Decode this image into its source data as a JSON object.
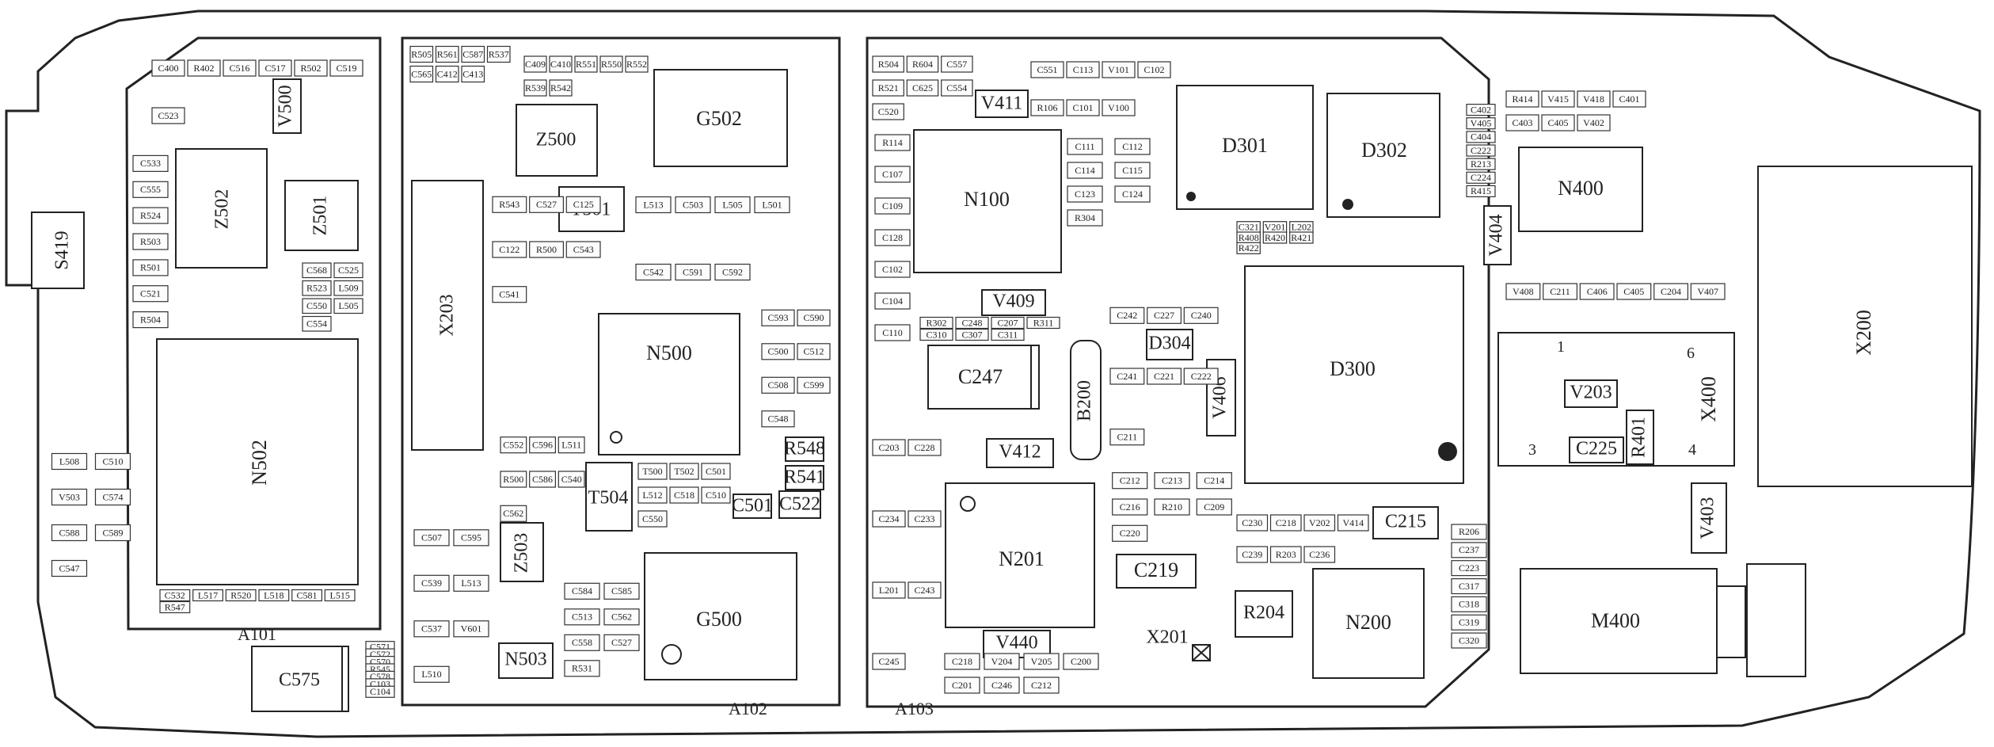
{
  "areas": [
    {
      "id": "a101",
      "label": "A101"
    },
    {
      "id": "a102",
      "label": "A102"
    },
    {
      "id": "a103",
      "label": "A103"
    }
  ],
  "big": {
    "s419": "S419",
    "z502": "Z502",
    "z501": "Z501",
    "n502": "N502",
    "v500": "V500",
    "c575": "C575",
    "x203": "X203",
    "z500": "Z500",
    "g502": "G502",
    "t501": "T501",
    "n500": "N500",
    "t504": "T504",
    "g500": "G500",
    "n503": "N503",
    "z503": "Z503",
    "n100": "N100",
    "v411": "V411",
    "v409": "V409",
    "c247": "C247",
    "b200": "B200",
    "v412": "V412",
    "n201": "N201",
    "v440": "V440",
    "c219": "C219",
    "x201": "X201",
    "d301": "D301",
    "d302": "D302",
    "d300": "D300",
    "v406": "V406",
    "d304": "D304",
    "r204": "R204",
    "n200": "N200",
    "c215": "C215",
    "n400": "N400",
    "x400": "X400",
    "m400": "M400",
    "x200": "X200",
    "v404": "V404",
    "v403": "V403",
    "c225": "C225",
    "r401": "R401",
    "v203": "V203",
    "r548": "R548",
    "r541": "R541",
    "c501": "C501",
    "c522": "C522"
  },
  "small": [
    "C400",
    "R402",
    "C516",
    "C517",
    "R502",
    "C519",
    "C523",
    "C533",
    "C555",
    "R524",
    "R503",
    "R501",
    "C521",
    "R504",
    "C568",
    "C525",
    "R523",
    "L509",
    "C550",
    "L505",
    "C554",
    "L508",
    "C510",
    "V503",
    "C574",
    "C588",
    "C589",
    "C547",
    "C532",
    "L517",
    "R520",
    "L518",
    "C581",
    "L515",
    "R547",
    "C571",
    "C572",
    "C570",
    "R545",
    "C578",
    "C103",
    "C104",
    "R505",
    "R561",
    "C587",
    "R537",
    "C565",
    "C412",
    "C413",
    "C409",
    "C410",
    "R551",
    "R550",
    "R552",
    "R539",
    "R542",
    "R543",
    "C527",
    "C125",
    "C122",
    "R500",
    "C543",
    "C541",
    "L513",
    "C503",
    "L505",
    "L501",
    "C542",
    "C591",
    "C592",
    "C593",
    "C590",
    "C500",
    "C512",
    "C508",
    "C599",
    "C548",
    "C552",
    "C596",
    "L511",
    "R500",
    "C586",
    "C540",
    "C562",
    "T500",
    "T502",
    "C501",
    "L512",
    "C518",
    "C510",
    "C550",
    "C507",
    "C595",
    "C539",
    "L513",
    "C537",
    "V601",
    "L510",
    "C584",
    "C585",
    "C513",
    "C562",
    "C558",
    "C527",
    "R531",
    "R504",
    "R604",
    "C557",
    "R521",
    "C625",
    "C554",
    "C520",
    "C551",
    "C113",
    "V101",
    "C102",
    "R106",
    "C101",
    "V100",
    "R114",
    "C107",
    "C109",
    "C128",
    "C102",
    "C104",
    "C110",
    "C111",
    "C112",
    "C114",
    "C115",
    "C123",
    "C124",
    "R304",
    "R302",
    "C248",
    "C207",
    "R311",
    "C310",
    "C307",
    "C311",
    "C203",
    "C228",
    "C234",
    "C233",
    "L201",
    "C243",
    "C245",
    "C242",
    "C227",
    "C240",
    "C241",
    "C221",
    "C222",
    "C211",
    "C212",
    "C213",
    "C214",
    "C216",
    "R210",
    "C209",
    "C220",
    "C230",
    "C218",
    "V202",
    "V414",
    "C239",
    "R203",
    "C236",
    "C218",
    "V204",
    "V205",
    "C200",
    "C201",
    "C246",
    "C212",
    "R206",
    "C237",
    "C223",
    "C317",
    "C318",
    "C319",
    "C320",
    "C321",
    "V201",
    "L202",
    "R408",
    "R420",
    "R421",
    "R422",
    "C402",
    "V405",
    "C404",
    "C222",
    "R213",
    "C224",
    "R415",
    "R414",
    "V415",
    "V418",
    "C401",
    "C403",
    "C405",
    "V402",
    "V408",
    "C211",
    "C406",
    "C405",
    "C204",
    "V407"
  ],
  "pads": [
    "1",
    "6",
    "3",
    "4"
  ]
}
